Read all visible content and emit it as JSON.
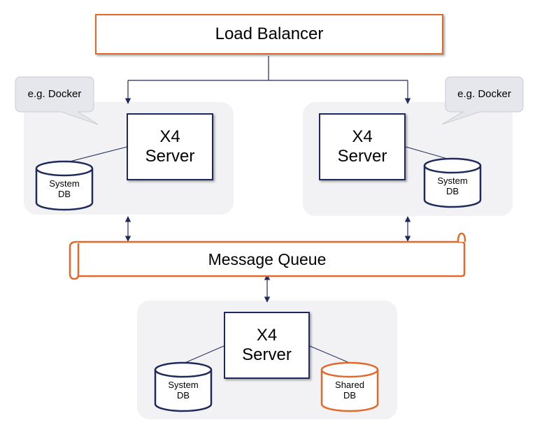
{
  "load_balancer": {
    "label": "Load Balancer"
  },
  "message_queue": {
    "label": "Message Queue"
  },
  "callouts": {
    "left": "e.g. Docker",
    "right": "e.g. Docker"
  },
  "servers": {
    "left": {
      "line1": "X4",
      "line2": "Server"
    },
    "right": {
      "line1": "X4",
      "line2": "Server"
    },
    "bottom": {
      "line1": "X4",
      "line2": "Server"
    }
  },
  "databases": {
    "left": {
      "line1": "System",
      "line2": "DB"
    },
    "right": {
      "line1": "System",
      "line2": "DB"
    },
    "bottom_system": {
      "line1": "System",
      "line2": "DB"
    },
    "bottom_shared": {
      "line1": "Shared",
      "line2": "DB"
    }
  },
  "colors": {
    "accent": "#e2692a",
    "navy": "#1f2a5c",
    "container": "#f2f2f5",
    "callout": "#e6e7ec"
  }
}
